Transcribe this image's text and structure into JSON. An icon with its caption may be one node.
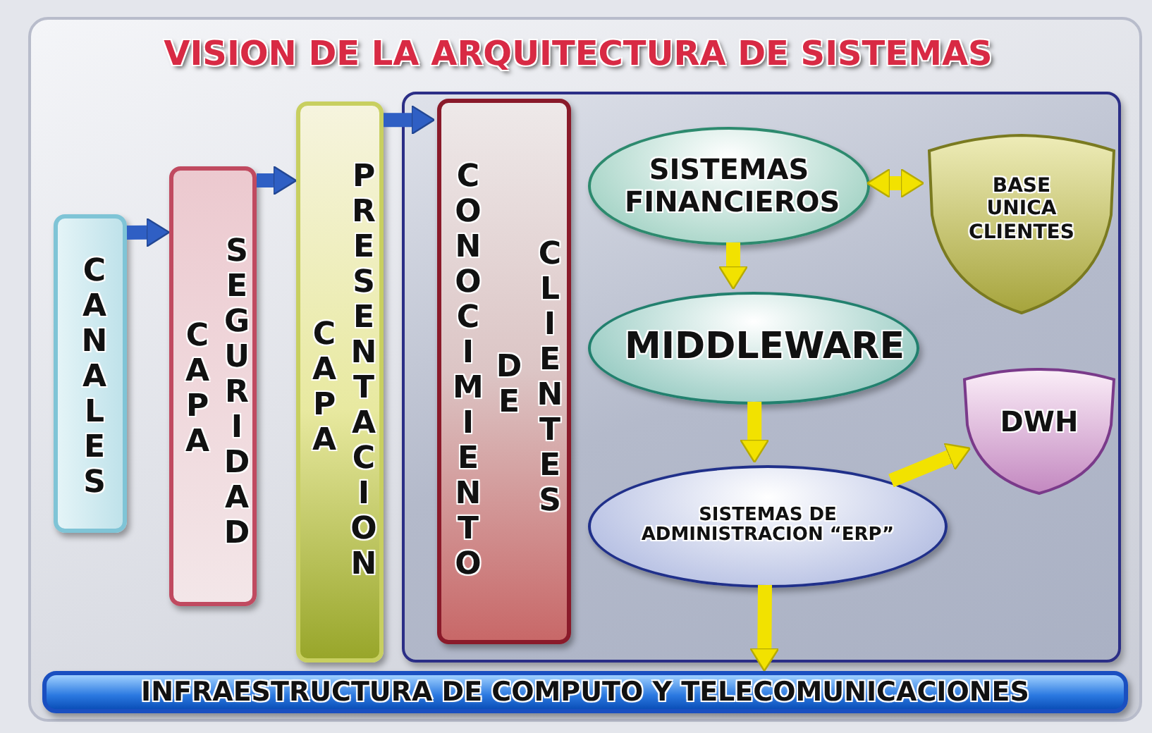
{
  "diagram": {
    "title": "VISION DE LA ARQUITECTURA DE SISTEMAS",
    "nodes": [
      {
        "text": [
          "CANALES"
        ]
      },
      {
        "text": [
          "CAPA",
          "SEGURIDAD"
        ]
      },
      {
        "text": [
          "CAPA",
          "PRESENTACION"
        ]
      },
      {
        "text": [],
        "shape": "box"
      },
      {
        "text": [
          "CONOCIMIENTO",
          "DE",
          "CLIENTES"
        ],
        "in": 3
      },
      {
        "text": [
          "SISTEMAS FINANCIEROS"
        ],
        "in": 3
      },
      {
        "text": [
          "BASE UNICA CLIENTES"
        ],
        "in": 3
      },
      {
        "text": [
          "MIDDLEWARE"
        ],
        "in": 3
      },
      {
        "text": [
          "DWH"
        ],
        "in": 3
      },
      {
        "text": [
          "SISTEMAS DE ADMINISTRACION “ERP”"
        ],
        "in": 3
      },
      {
        "text": [
          "INFRAESTRUCTURA DE COMPUTO Y TELECOMUNICACIONES"
        ]
      }
    ],
    "edges": [
      {
        "from": 0,
        "to": 1,
        "arrow": "to",
        "color": "#2f5fc4"
      },
      {
        "from": 1,
        "to": 2,
        "arrow": "to",
        "color": "#2f5fc4"
      },
      {
        "from": 2,
        "to": 4,
        "arrow": "to",
        "color": "#2f5fc4"
      },
      {
        "from": 5,
        "to": 6,
        "arrow": "both"
      },
      {
        "from": 5,
        "to": 7,
        "arrow": "to"
      },
      {
        "from": 7,
        "to": 9,
        "arrow": "to"
      },
      {
        "from": 9,
        "to": 8,
        "arrow": "to"
      },
      {
        "from": 9,
        "to": 10,
        "arrow": "to"
      }
    ]
  }
}
